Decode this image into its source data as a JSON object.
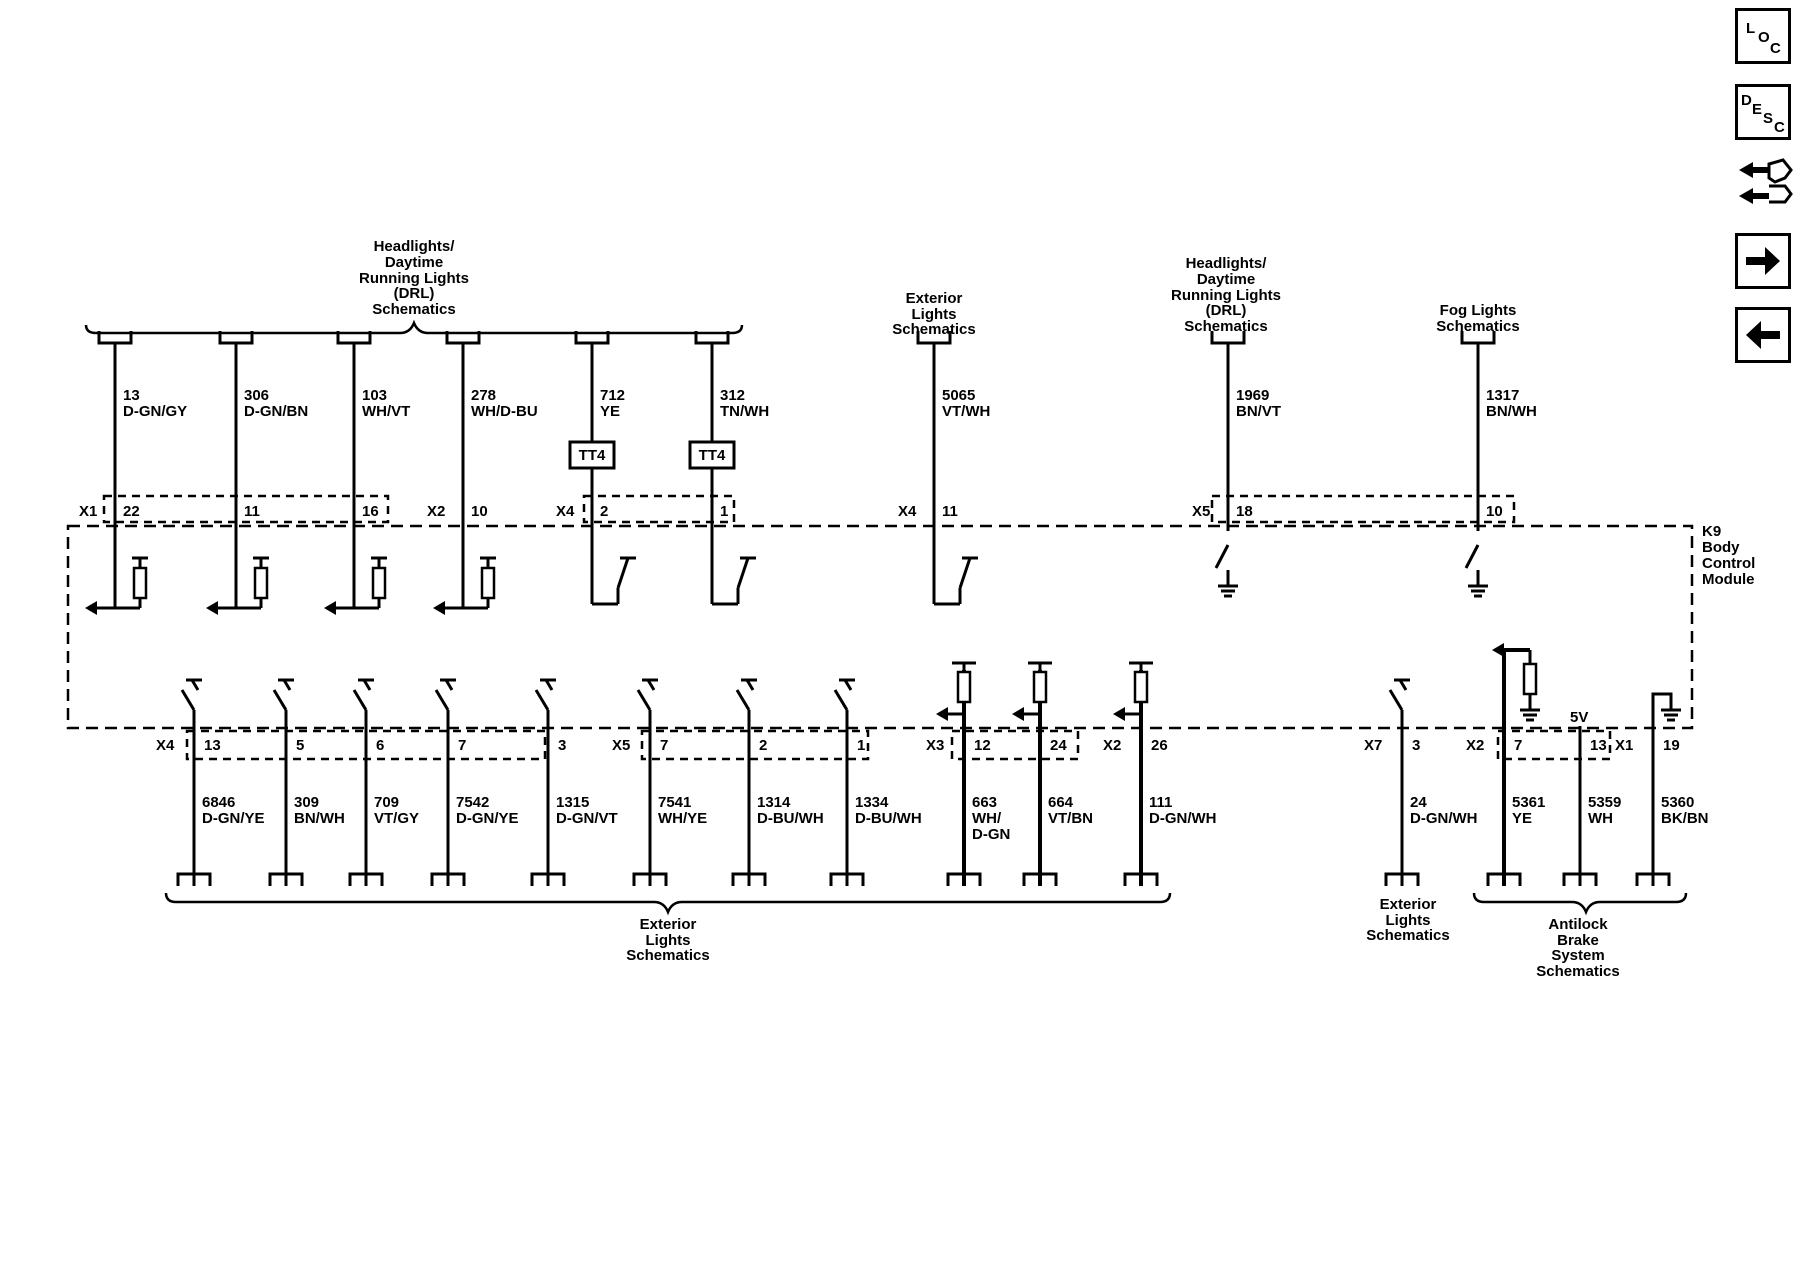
{
  "nav": {
    "loc": {
      "l1": "L",
      "l2": "O",
      "l3": "C"
    },
    "desc": {
      "l1": "D",
      "l2": "E",
      "l3": "S",
      "l4": "C"
    }
  },
  "module": {
    "label": [
      "K9",
      "Body",
      "Control",
      "Module"
    ]
  },
  "power": {
    "label": "5V"
  },
  "refs": [
    {
      "lines": [
        "Headlights/",
        "Daytime",
        "Running Lights",
        "(DRL)",
        "Schematics"
      ]
    },
    {
      "lines": [
        "Exterior",
        "Lights",
        "Schematics"
      ]
    },
    {
      "lines": [
        "Headlights/",
        "Daytime",
        "Running Lights",
        "(DRL)",
        "Schematics"
      ]
    },
    {
      "lines": [
        "Fog Lights",
        "Schematics"
      ]
    },
    {
      "lines": [
        "Exterior",
        "Lights",
        "Schematics"
      ]
    },
    {
      "lines": [
        "Exterior",
        "Lights",
        "Schematics"
      ]
    },
    {
      "lines": [
        "Antilock",
        "Brake",
        "System",
        "Schematics"
      ]
    }
  ],
  "top_wires": [
    {
      "circuit": "13",
      "color": "D-GN/GY",
      "connector": "X1",
      "pin": "22",
      "type": "output"
    },
    {
      "circuit": "306",
      "color": "D-GN/BN",
      "connector": "",
      "pin": "11",
      "type": "output"
    },
    {
      "circuit": "103",
      "color": "WH/VT",
      "connector": "",
      "pin": "16",
      "type": "output"
    },
    {
      "circuit": "278",
      "color": "WH/D-BU",
      "connector": "X2",
      "pin": "10",
      "type": "output"
    },
    {
      "circuit": "712",
      "color": "YE",
      "connector": "X4",
      "pin": "2",
      "type": "switch",
      "inline": "TT4"
    },
    {
      "circuit": "312",
      "color": "TN/WH",
      "connector": "",
      "pin": "1",
      "type": "switch",
      "inline": "TT4"
    },
    {
      "circuit": "5065",
      "color": "VT/WH",
      "connector": "X4",
      "pin": "11",
      "type": "switch"
    },
    {
      "circuit": "1969",
      "color": "BN/VT",
      "connector": "X5",
      "pin": "18",
      "type": "ground"
    },
    {
      "circuit": "1317",
      "color": "BN/WH",
      "connector": "",
      "pin": "10",
      "type": "ground"
    }
  ],
  "bottom_wires": [
    {
      "circuit": "6846",
      "color": [
        "D-GN/YE"
      ],
      "connector": "X4",
      "pin": "13",
      "type": "switch"
    },
    {
      "circuit": "309",
      "color": [
        "BN/WH"
      ],
      "connector": "",
      "pin": "5",
      "type": "switch"
    },
    {
      "circuit": "709",
      "color": [
        "VT/GY"
      ],
      "connector": "",
      "pin": "6",
      "type": "switch"
    },
    {
      "circuit": "7542",
      "color": [
        "D-GN/YE"
      ],
      "connector": "",
      "pin": "7",
      "type": "switch"
    },
    {
      "circuit": "1315",
      "color": [
        "D-GN/VT"
      ],
      "connector": "",
      "pin": "3",
      "type": "switch"
    },
    {
      "circuit": "7541",
      "color": [
        "WH/YE"
      ],
      "connector": "X5",
      "pin": "7",
      "type": "switch"
    },
    {
      "circuit": "1314",
      "color": [
        "D-BU/WH"
      ],
      "connector": "",
      "pin": "2",
      "type": "switch"
    },
    {
      "circuit": "1334",
      "color": [
        "D-BU/WH"
      ],
      "connector": "",
      "pin": "1",
      "type": "switch"
    },
    {
      "circuit": "663",
      "color": [
        "WH/",
        "D-GN"
      ],
      "connector": "X3",
      "pin": "12",
      "type": "output"
    },
    {
      "circuit": "664",
      "color": [
        "VT/BN"
      ],
      "connector": "",
      "pin": "24",
      "type": "output"
    },
    {
      "circuit": "111",
      "color": [
        "D-GN/WH"
      ],
      "connector": "X2",
      "pin": "26",
      "type": "output"
    },
    {
      "circuit": "24",
      "color": [
        "D-GN/WH"
      ],
      "connector": "X7",
      "pin": "3",
      "type": "switch"
    },
    {
      "circuit": "5361",
      "color": [
        "YE"
      ],
      "connector": "X2",
      "pin": "7",
      "type": "output-ground"
    },
    {
      "circuit": "5359",
      "color": [
        "WH"
      ],
      "connector": "",
      "pin": "13",
      "type": "power"
    },
    {
      "circuit": "5360",
      "color": [
        "BK/BN"
      ],
      "connector": "X1",
      "pin": "19",
      "type": "ground"
    }
  ]
}
